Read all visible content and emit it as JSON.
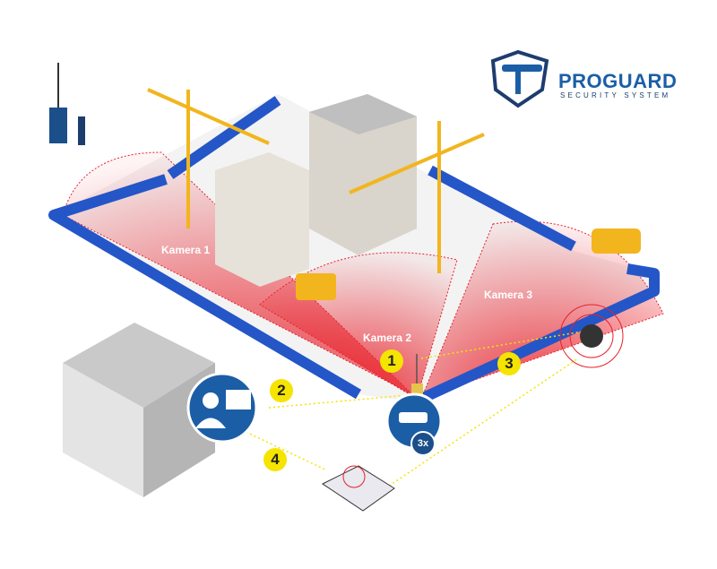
{
  "logo": {
    "title": "PROGUARD",
    "subtitle": "SECURITY SYSTEM"
  },
  "cameras": [
    {
      "label": "Kamera 1"
    },
    {
      "label": "Kamera 2"
    },
    {
      "label": "Kamera 3"
    }
  ],
  "steps": [
    "1",
    "2",
    "3",
    "4"
  ],
  "camera_badge": "3x",
  "colors": {
    "fence": "#2456c8",
    "zone": "#e8202a",
    "marker": "#f5e400",
    "brand": "#1b5ea6"
  }
}
